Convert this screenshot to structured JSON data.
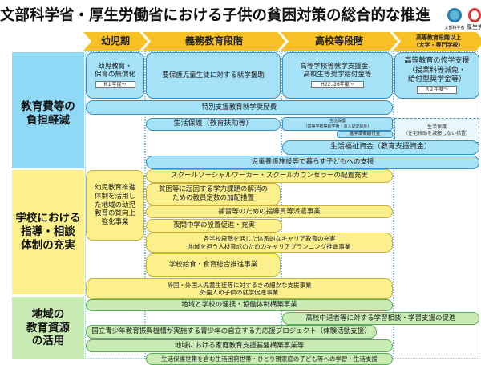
{
  "title": "文部科学省・厚生労働省における子供の貧困対策の総合的な推進",
  "logos": {
    "mext": "文部科学省",
    "mhlw": "厚生労"
  },
  "stages": [
    "幼児期",
    "義務教育段階",
    "高校等段階",
    "高等教育段階以上\n（大学・専門学校）"
  ],
  "categories": [
    "教育費等の\n負担軽減",
    "学校における\n指導・相談\n体制の充実",
    "地域の\n教育資源\nの活用"
  ],
  "burden": {
    "preschool": "幼児教育・\n保育の無償化",
    "preschool_year": "R１年度～",
    "compulsory": "要保護児童生徒に対する就学援助",
    "highschool": "高等学校等就学支援金、\n高校生等奨学給付金等",
    "highschool_year": "H22, 26年度～",
    "higher": "高等教育の修学支援\n（授業料等減免・\n給付型奨学金等）",
    "higher_year": "R２年度～",
    "special": "特別支援教育就学奨励費",
    "welfare_edu": "生活保護（教育扶助等）",
    "welfare_hs": "生活保護\n（高等学校等就学費・収入認定除外）",
    "prep": "進学準備給付金",
    "welfare_univ": "生活保護\n（住宅扶助を減額しない措置）",
    "loan": "生活福祉資金（教育支援資金）",
    "foster": "児童養護施設等で暮らす子どもへの支援"
  },
  "school": {
    "preschool": "幼児教育推進\n体制を活用し\nた地域の幼児\n教育の質向上\n強化事業",
    "ssw": "スクールソーシャルワーカー・スクールカウンセラーの配置充実",
    "teachers": "貧困等に起因する学力課題の解消の\nための教員定数の加配措置",
    "tutors": "補習等のための指導員等派遣事業",
    "night": "夜間中学の設置促進・充実",
    "career": "各学校段階を通じた体系的なキャリア教育の充実\n地域を担う人材育成のためのキャリアプランニング推進事業",
    "lunch": "学校給食・食育総合推進事業",
    "foreign": "帰国・外国人児童生徒等に対するきめ細かな支援事業\n外国人の子供の就学促進事業"
  },
  "community": {
    "coop": "地域と学校の連携・協働体制構築事業",
    "dropout": "高校中退者等に対する学習相談・学習支援の促進",
    "youth": "国立青少年教育振興機構が実施する青少年の自立する力応援プロジェクト（体験活動支援）",
    "family": "地域における家庭教育支援基盤構築事業等",
    "poverty": "生活保護世帯を含む生活困窮世帯・ひとり親家庭の子ども等への学習・生活支援"
  },
  "colors": {
    "blue": "#a6e2f7",
    "yellow": "#fbf08c",
    "green": "#c8ecb4",
    "arrow": "#f7c126"
  }
}
